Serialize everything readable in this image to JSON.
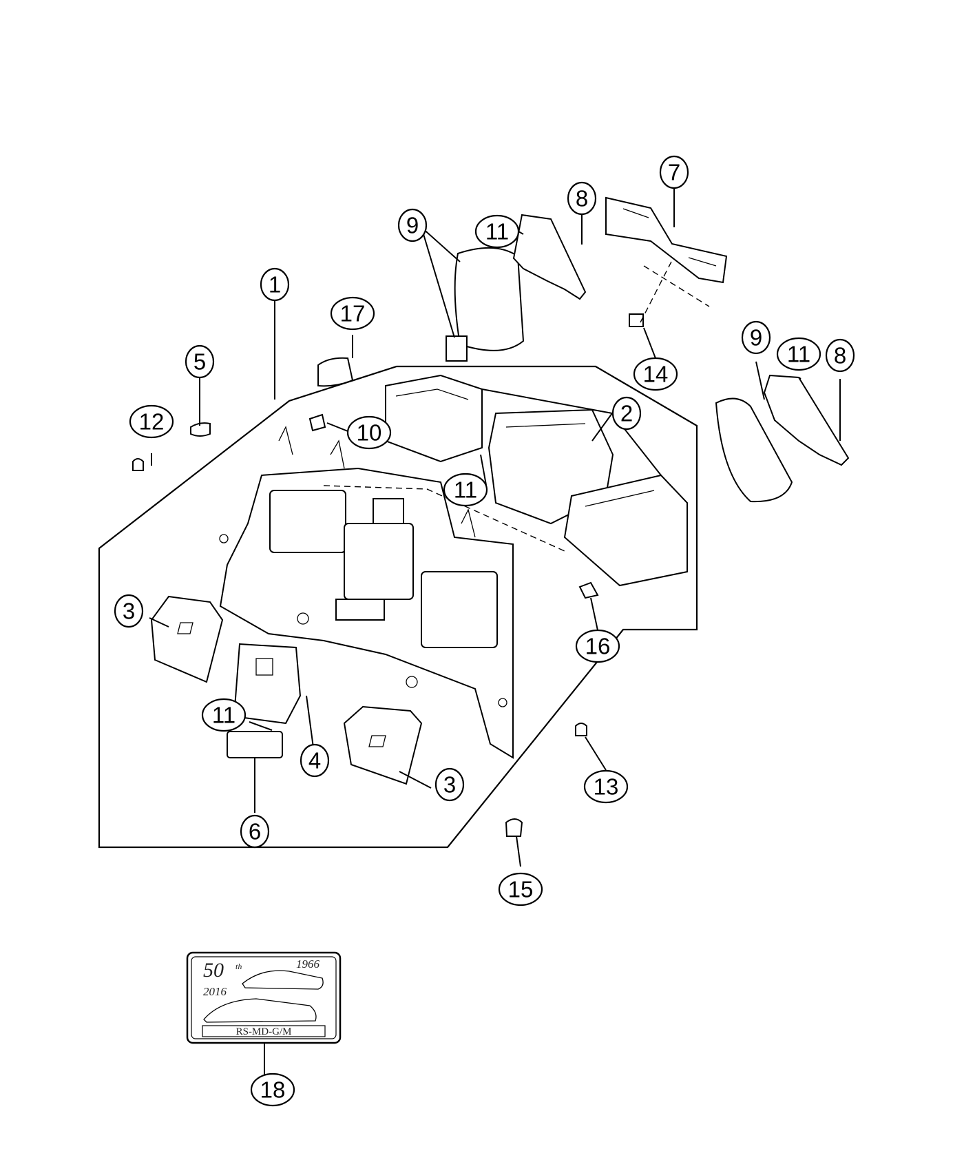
{
  "callouts": [
    "1",
    "2",
    "3",
    "3",
    "4",
    "5",
    "6",
    "7",
    "8",
    "8",
    "9",
    "9",
    "10",
    "11",
    "11",
    "11",
    "11",
    "12",
    "13",
    "14",
    "15",
    "16",
    "17",
    "18"
  ],
  "badge": {
    "anniversary": "50",
    "anniversary_suffix": "th",
    "year_start": "1966",
    "year_end": "2016",
    "trim_codes": "RS-MD-G/M"
  }
}
